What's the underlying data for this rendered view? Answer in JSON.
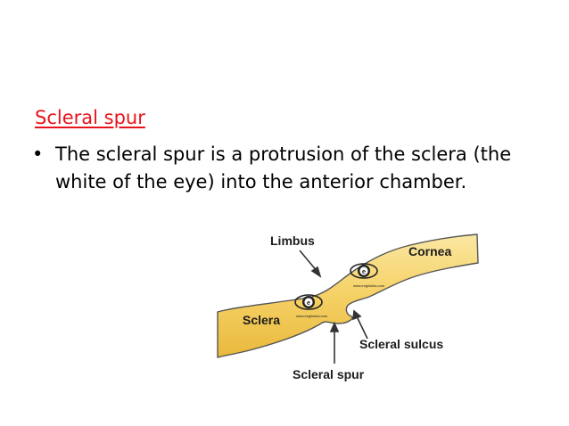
{
  "slide": {
    "heading": "Scleral spur",
    "bullet_symbol": "•",
    "bullet_text": "The scleral spur is a protrusion of the sclera (the white of the eye) into the anterior chamber."
  },
  "figure": {
    "labels": {
      "limbus": "Limbus",
      "cornea": "Cornea",
      "sclera": "Sclera",
      "scleral_sulcus": "Scleral sulcus",
      "scleral_spur": "Scleral spur"
    },
    "watermark_text": "www.englishka.com",
    "colors": {
      "tissue_fill": "#f6d36a",
      "tissue_edge": "#555555",
      "arrow": "#333333",
      "heading": "#e8141b"
    }
  }
}
